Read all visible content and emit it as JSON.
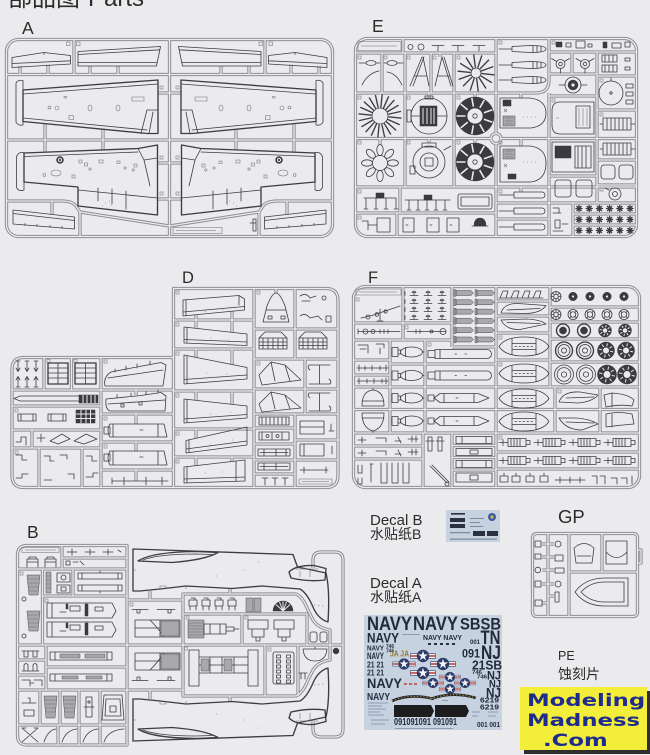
{
  "header": {
    "title_zh": "部品图",
    "title_en": "Parts"
  },
  "sprues": {
    "a": {
      "label": "A"
    },
    "e": {
      "label": "E"
    },
    "d": {
      "label": "D"
    },
    "f": {
      "label": "F"
    },
    "b": {
      "label": "B"
    },
    "gp": {
      "label": "GP"
    }
  },
  "decals": {
    "decal_b": {
      "label_en": "Decal B",
      "label_zh": "水贴纸B"
    },
    "decal_a": {
      "label_en": "Decal A",
      "label_zh": "水贴纸A",
      "markings": [
        "NAVY",
        "NAVY",
        "SBSB",
        "NAVY",
        "NAVY NAVY",
        "001",
        "TN",
        "NAVY",
        "746",
        "746",
        "091",
        "NJ",
        "NAVY",
        "JA JA",
        "21 21",
        "21 21",
        "21SB",
        "746",
        "746",
        "NJ",
        "NJ",
        "NJ",
        "NAVY",
        "NAVY",
        "6219",
        "6219",
        "091091091",
        "091091",
        "001 001"
      ]
    }
  },
  "photo_etch": {
    "label_en": "PE",
    "label_zh": "蚀刻片"
  },
  "watermark": {
    "lines": [
      "Modeling",
      "Madness",
      ".Com"
    ]
  },
  "theme": {
    "bg": "#ebebee",
    "ink": "#3d3d40",
    "runner": "#8e8e92",
    "label": "#2b2b2b",
    "decal-sheet": "#c7d2e1",
    "decal-ink": "#222b3b",
    "decal-olive": "#8f7d36",
    "insignia-blue": "#2c3b68",
    "insignia-red": "#b9433b",
    "wm-bg": "#f3ee3a",
    "wm-text": "#1f2c8e",
    "wm-shadow": "#2e2e2e"
  }
}
